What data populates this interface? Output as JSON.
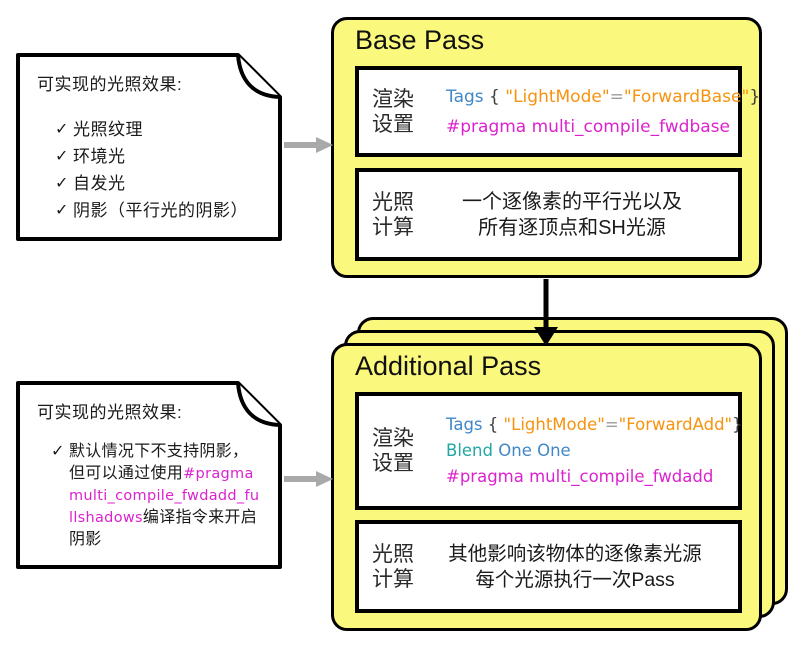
{
  "colors": {
    "pass_fill": "#FAF87D",
    "code_blue": "#4187C7",
    "code_teal": "#21A7A4",
    "code_orange": "#F7930E",
    "code_magenta": "#DB22CE",
    "arrow_gray": "#A9A9A9",
    "arrow_black": "#000000"
  },
  "note_top": {
    "title": "可实现的光照效果:",
    "check": "✓",
    "items": [
      "光照纹理",
      "环境光",
      "自发光",
      "阴影（平行光的阴影）"
    ]
  },
  "note_bottom": {
    "title": "可实现的光照效果:",
    "check": "✓",
    "text_before": "默认情况下不支持阴影，但可以通过使用",
    "code": "#pragma multi_compile_fwdadd_fullshadows",
    "text_after": "编译指令来开启阴影"
  },
  "base_pass": {
    "title": "Base Pass",
    "render_label_1": "渲染",
    "render_label_2": "设置",
    "code_line1": {
      "kw": "Tags",
      "open": " { ",
      "v1": "\"LightMode\"",
      "eq": "=",
      "v2": "\"ForwardBase\"",
      "close": "}"
    },
    "code_line2": "#pragma multi_compile_fwdbase",
    "light_label_1": "光照",
    "light_label_2": "计算",
    "light_line1": "一个逐像素的平行光以及",
    "light_line2": "所有逐顶点和SH光源"
  },
  "additional_pass": {
    "title": "Additional Pass",
    "render_label_1": "渲染",
    "render_label_2": "设置",
    "code_line1": {
      "kw": "Tags",
      "open": " { ",
      "v1": "\"LightMode\"",
      "eq": "=",
      "v2": "\"ForwardAdd\"",
      "close": "}"
    },
    "code_line2": {
      "kw": "Blend",
      "rest": " One One"
    },
    "code_line3": "#pragma multi_compile_fwdadd",
    "light_label_1": "光照",
    "light_label_2": "计算",
    "light_line1": "其他影响该物体的逐像素光源",
    "light_line2": "每个光源执行一次Pass"
  }
}
